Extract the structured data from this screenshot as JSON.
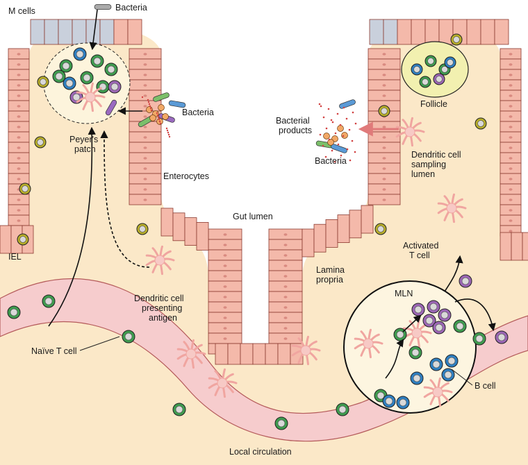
{
  "labels": {
    "m_cells": "M cells",
    "bacteria_top": "Bacteria",
    "bacteria_mid": "Bacteria",
    "bacteria_right": "Bacteria",
    "peyers_patch_l1": "Peyer's",
    "peyers_patch_l2": "patch",
    "enterocytes": "Enterocytes",
    "gut_lumen": "Gut lumen",
    "iel": "IEL",
    "follicle": "Follicle",
    "bacterial_products_l1": "Bacterial",
    "bacterial_products_l2": "products",
    "dc_sampling_l1": "Dendritic cell",
    "dc_sampling_l2": "sampling",
    "dc_sampling_l3": "lumen",
    "activated_t_l1": "Activated",
    "activated_t_l2": "T cell",
    "lamina_propria_l1": "Lamina",
    "lamina_propria_l2": "propria",
    "mln": "MLN",
    "dc_presenting_l1": "Dendritic cell",
    "dc_presenting_l2": "presenting",
    "dc_presenting_l3": "antigen",
    "naive_t_cell": "Naïve T cell",
    "b_cell": "B cell",
    "local_circulation": "Local circulation"
  },
  "colors": {
    "background": "#fbe8c8",
    "epithelium": "#f4b9aa",
    "epithelium_stroke": "#8a3a30",
    "m_cell": "#c9d0dc",
    "vessel": "#f6cccd",
    "naive_t": "#3f9b4f",
    "b_cell": "#2f7fc0",
    "activated_t": "#9b66b4",
    "iel": "#b8ae2a",
    "dendritic": "#f0a5a0"
  }
}
